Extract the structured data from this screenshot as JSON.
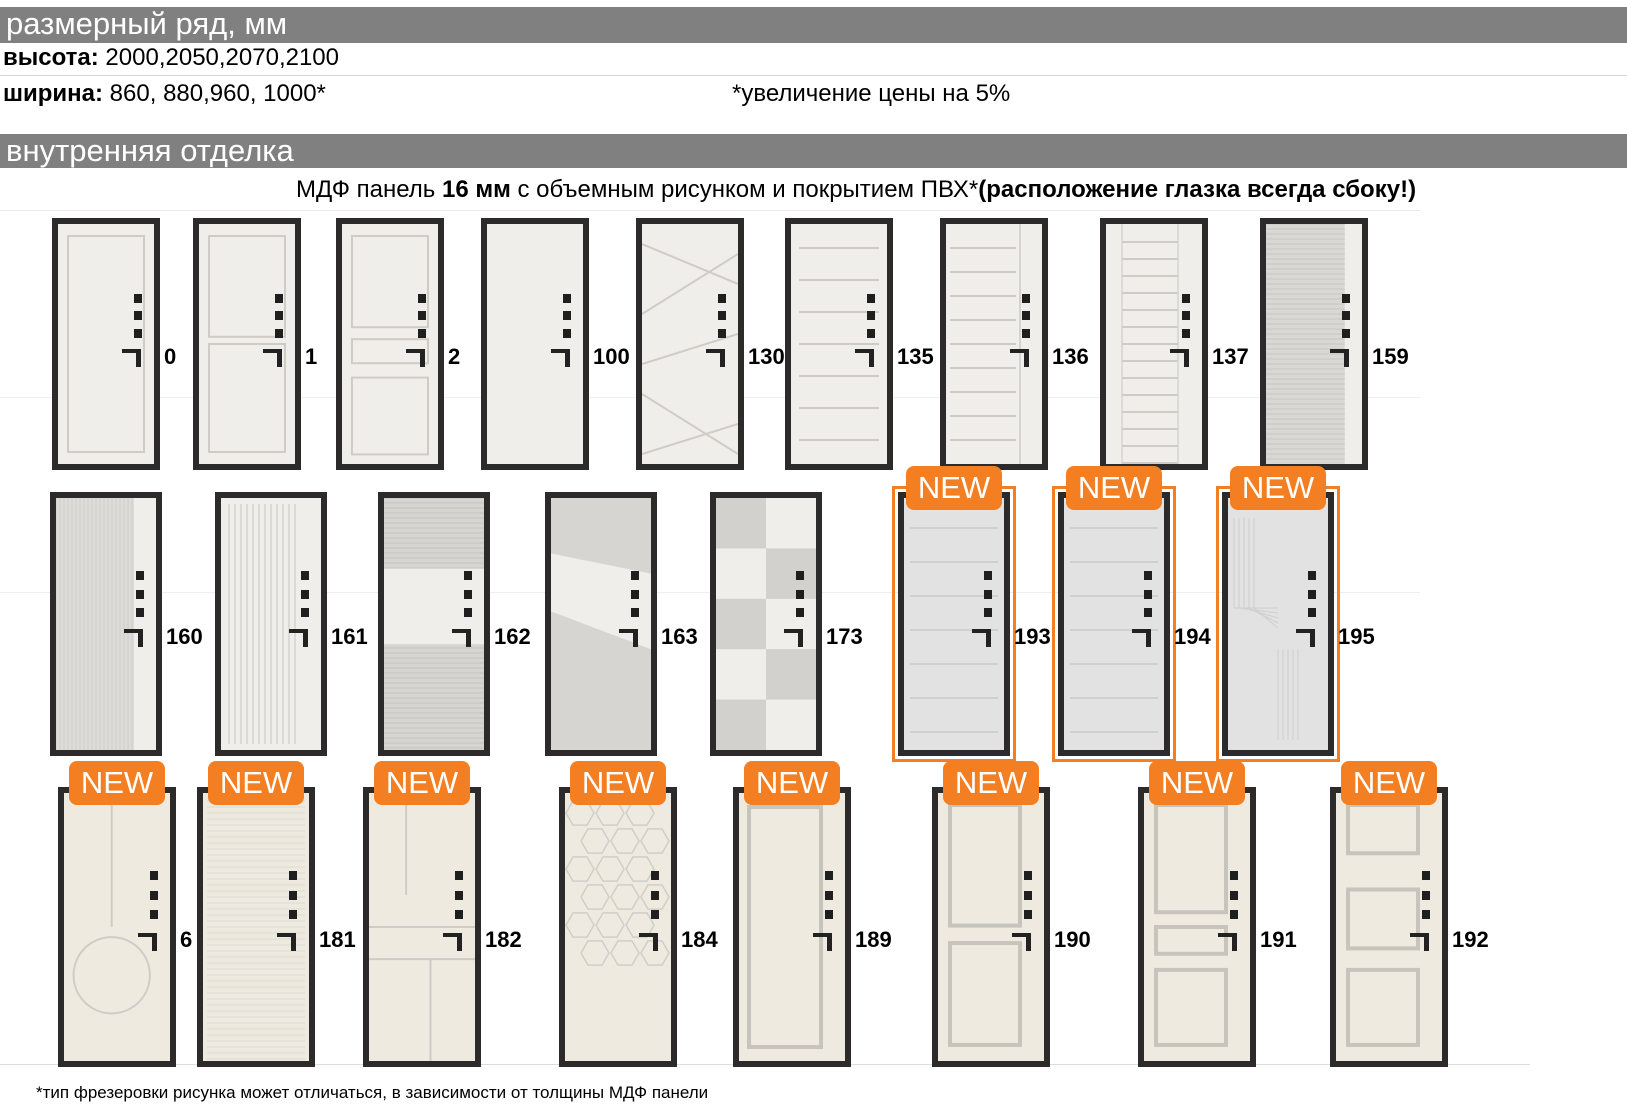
{
  "sizes": {
    "header": "размерный ряд, мм",
    "height_label": "высота:",
    "height_values": " 2000,2050,2070,2100",
    "width_label": "ширина:",
    "width_values": " 860, 880,960, 1000*",
    "price_note": "*увеличение цены на 5%"
  },
  "finish": {
    "header": "внутренняя отделка",
    "subtitle_pre": "МДФ панель ",
    "subtitle_bold": "16 мм",
    "subtitle_mid": " с объемным рисунком и покрытием ПВХ*",
    "subtitle_post": "(расположение глазка всегда сбоку!)",
    "new_label": "NEW"
  },
  "doors_row1": [
    {
      "code": "0",
      "pattern": "single-panel",
      "is_new": false
    },
    {
      "code": "1",
      "pattern": "two-panel",
      "is_new": false
    },
    {
      "code": "2",
      "pattern": "three-panel",
      "is_new": false
    },
    {
      "code": "100",
      "pattern": "plain",
      "is_new": false
    },
    {
      "code": "130",
      "pattern": "diagonal-lines",
      "is_new": false
    },
    {
      "code": "135",
      "pattern": "horizontal-lines",
      "is_new": false
    },
    {
      "code": "136",
      "pattern": "horizontal-lines-strip",
      "is_new": false
    },
    {
      "code": "137",
      "pattern": "horizontal-lines-dense",
      "is_new": false
    },
    {
      "code": "159",
      "pattern": "mesh-texture",
      "is_new": false
    }
  ],
  "doors_row2": [
    {
      "code": "160",
      "pattern": "fine-vertical-texture",
      "is_new": false
    },
    {
      "code": "161",
      "pattern": "vertical-grooves",
      "is_new": false
    },
    {
      "code": "162",
      "pattern": "mesh-band",
      "is_new": false
    },
    {
      "code": "163",
      "pattern": "mesh-diagonal",
      "is_new": false
    },
    {
      "code": "173",
      "pattern": "checker-blocks",
      "is_new": false
    },
    {
      "code": "193",
      "pattern": "horizontal-lines-grey",
      "is_new": true
    },
    {
      "code": "194",
      "pattern": "horizontal-lines-grey",
      "is_new": true
    },
    {
      "code": "195",
      "pattern": "contour-lines-grey",
      "is_new": true
    }
  ],
  "doors_row3": [
    {
      "code": "6",
      "pattern": "circle-arch",
      "is_new": true
    },
    {
      "code": "181",
      "pattern": "horizontal-fine-lines",
      "is_new": true
    },
    {
      "code": "182",
      "pattern": "geometric-blocks",
      "is_new": true
    },
    {
      "code": "184",
      "pattern": "hexagons",
      "is_new": true
    },
    {
      "code": "189",
      "pattern": "frame-single",
      "is_new": true
    },
    {
      "code": "190",
      "pattern": "frame-two",
      "is_new": true
    },
    {
      "code": "191",
      "pattern": "frame-three",
      "is_new": true
    },
    {
      "code": "192",
      "pattern": "frame-three-square",
      "is_new": true
    }
  ],
  "footnote": "*тип фрезеровки рисунка может отличаться, в зависимости от толщины МДФ панели"
}
